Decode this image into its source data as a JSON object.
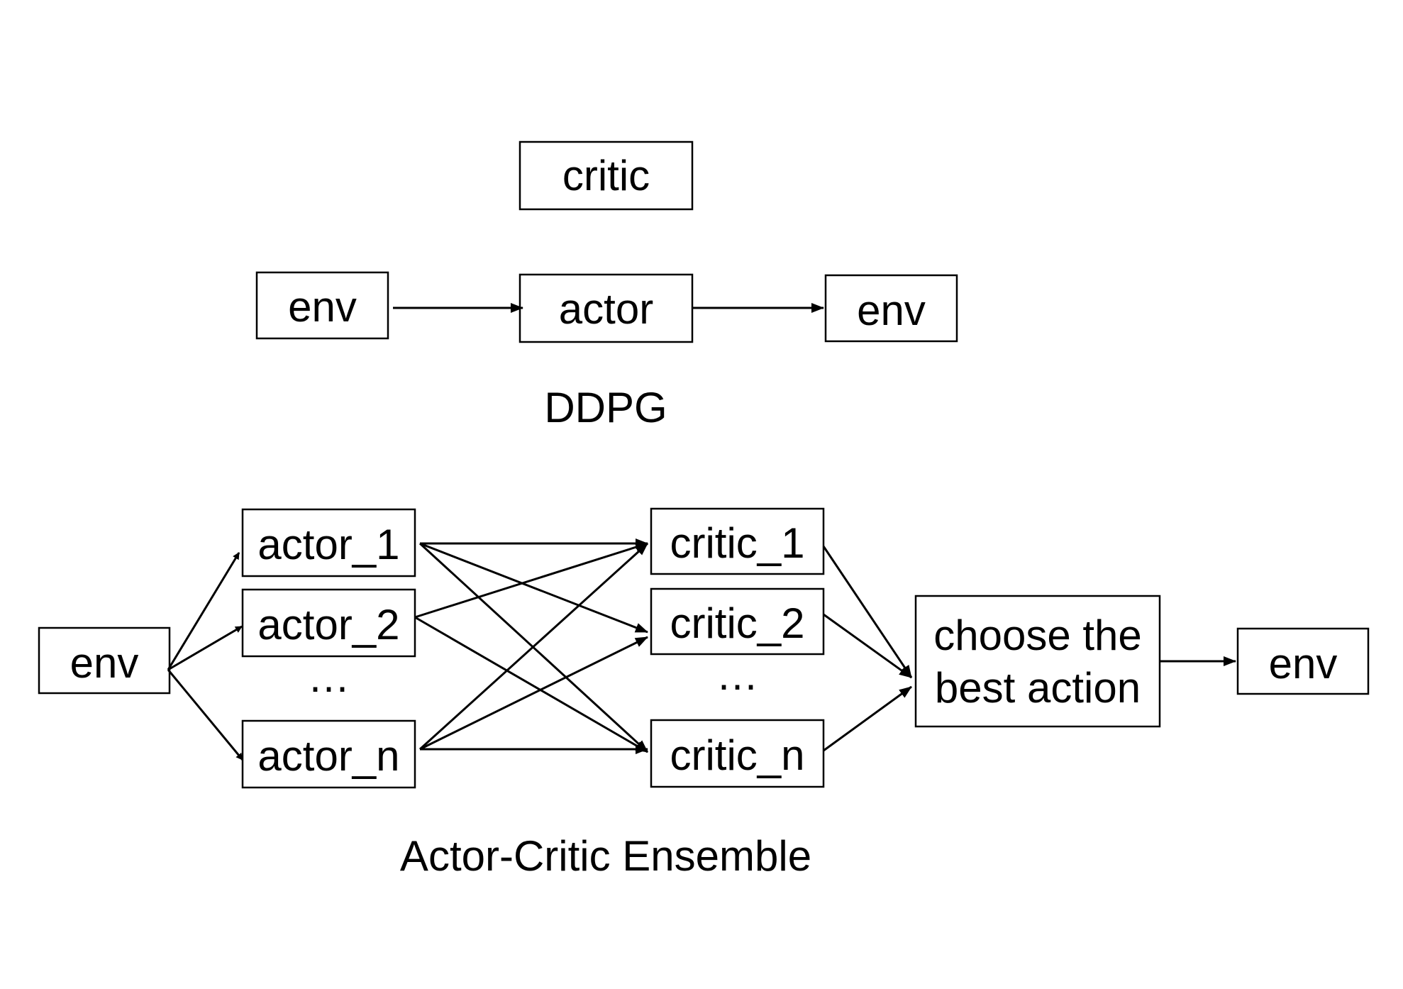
{
  "ddpg": {
    "critic": "critic",
    "env_in": "env",
    "actor": "actor",
    "env_out": "env",
    "caption": "DDPG"
  },
  "ensemble": {
    "env_in": "env",
    "actors": [
      "actor_1",
      "actor_2",
      "actor_n"
    ],
    "actors_ellipsis": "…",
    "critics": [
      "critic_1",
      "critic_2",
      "critic_n"
    ],
    "critics_ellipsis": "…",
    "chooser": [
      "choose the",
      "best action"
    ],
    "env_out": "env",
    "caption": "Actor-Critic Ensemble"
  }
}
